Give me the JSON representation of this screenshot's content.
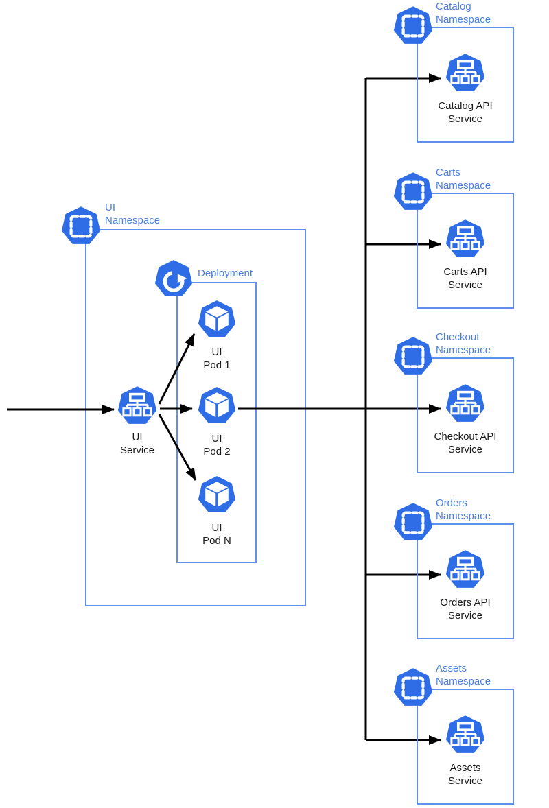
{
  "colors": {
    "icon_blue": "#2e6de5",
    "label_blue": "#4a7fe5",
    "box_border_blue": "#6090eb",
    "node_text": "#1b1b1b",
    "arrow_black": "#000000",
    "background": "#ffffff"
  },
  "icons": {
    "namespace": "namespace-icon",
    "service": "service-icon",
    "deployment": "deployment-icon",
    "pod": "pod-icon"
  },
  "ui_namespace": {
    "label_line1": "UI",
    "label_line2": "Namespace"
  },
  "deployment": {
    "label": "Deployment"
  },
  "ui_service": {
    "label_line1": "UI",
    "label_line2": "Service"
  },
  "pods": [
    {
      "label_line1": "UI",
      "label_line2": "Pod 1"
    },
    {
      "label_line1": "UI",
      "label_line2": "Pod 2"
    },
    {
      "label_line1": "UI",
      "label_line2": "Pod N"
    }
  ],
  "right_namespaces": [
    {
      "label_line1": "Catalog",
      "label_line2": "Namespace",
      "service_line1": "Catalog API",
      "service_line2": "Service"
    },
    {
      "label_line1": "Carts",
      "label_line2": "Namespace",
      "service_line1": "Carts API",
      "service_line2": "Service"
    },
    {
      "label_line1": "Checkout",
      "label_line2": "Namespace",
      "service_line1": "Checkout API",
      "service_line2": "Service"
    },
    {
      "label_line1": "Orders",
      "label_line2": "Namespace",
      "service_line1": "Orders API",
      "service_line2": "Service"
    },
    {
      "label_line1": "Assets",
      "label_line2": "Namespace",
      "service_line1": "Assets",
      "service_line2": "Service"
    }
  ]
}
